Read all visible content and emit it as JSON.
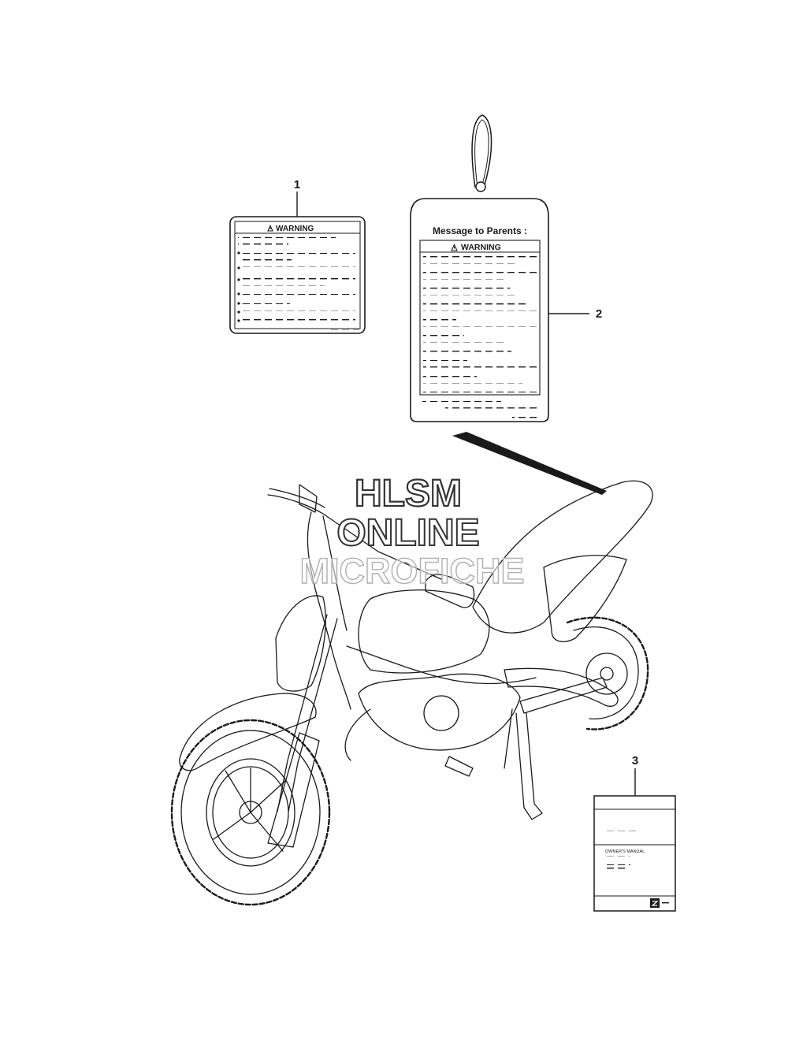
{
  "callouts": [
    {
      "number": "1"
    },
    {
      "number": "2"
    },
    {
      "number": "3"
    }
  ],
  "label_1": {
    "header": "WARNING"
  },
  "tag_2": {
    "title": "Message  to  Parents :",
    "header": "WARNING"
  },
  "manual_3": {
    "title": "OWNER'S MANUAL"
  },
  "watermark": {
    "line1": "HLSM",
    "line2": "ONLINE",
    "line3": "MICROFICHE"
  },
  "colors": {
    "line": "#1a1a1a",
    "watermark_outline": "#333333",
    "watermark_faint": "#b0b0b0"
  }
}
